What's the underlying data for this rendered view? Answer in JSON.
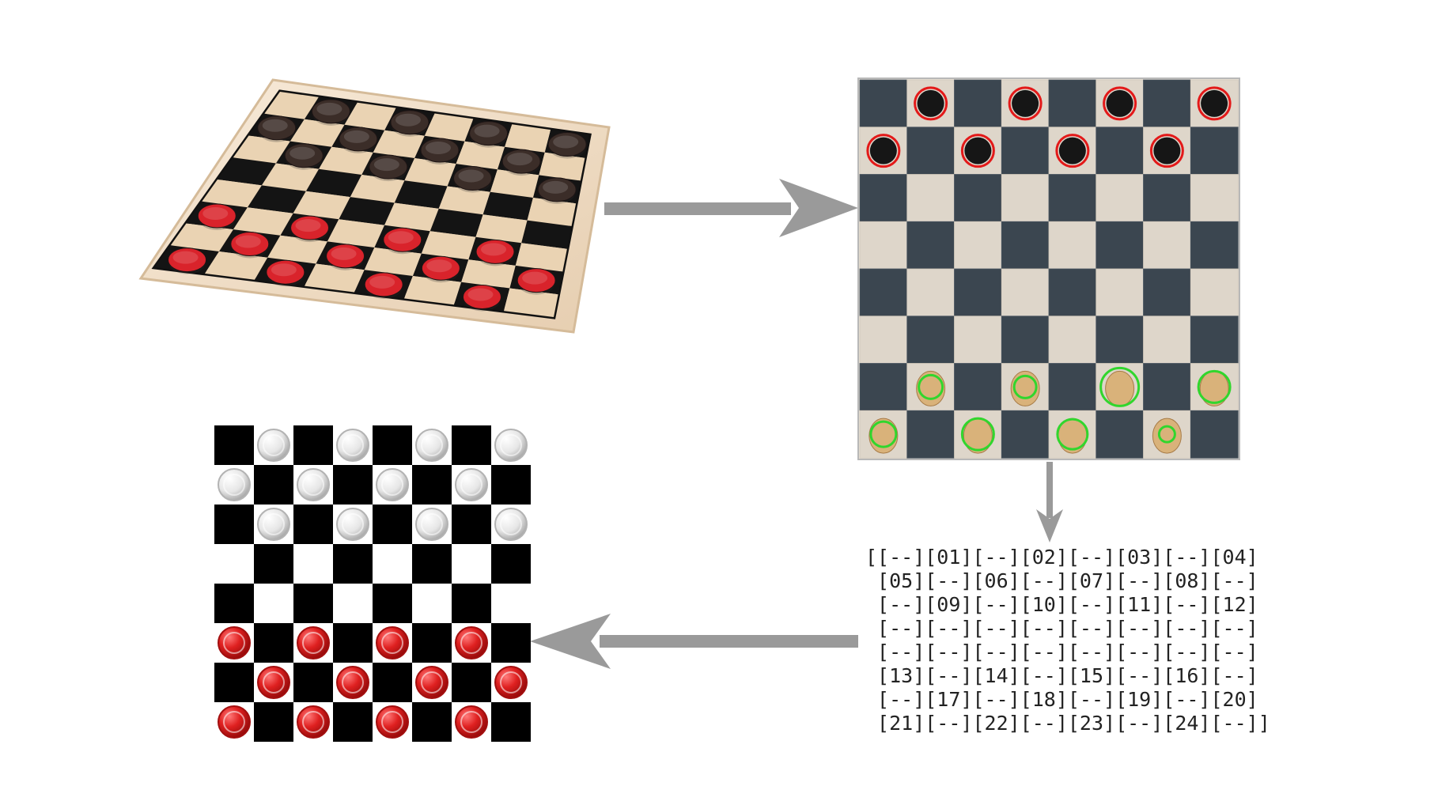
{
  "diagram": {
    "photo_board": {
      "description_icon": "wooden-checkers-board-icon",
      "board_color": "#efd9bd",
      "frame_color": "#f3e3cc",
      "dark_square": "#141414",
      "light_square": "#ead3b3",
      "dark_piece": "#3b2d28",
      "red_piece": "#d9232b"
    },
    "detection_board": {
      "dark_square": "#3b4650",
      "light_square": "#ded6ca",
      "dark_piece": "#161616",
      "light_piece": "#d9b27a",
      "top_outline": "#e31919",
      "bottom_outline": "#31d62d",
      "top_positions": [
        [
          1,
          0
        ],
        [
          3,
          0
        ],
        [
          5,
          0
        ],
        [
          7,
          0
        ],
        [
          0,
          1
        ],
        [
          2,
          1
        ],
        [
          4,
          1
        ],
        [
          6,
          1
        ]
      ],
      "bottom_positions": [
        [
          1,
          6
        ],
        [
          3,
          6
        ],
        [
          5,
          6
        ],
        [
          7,
          6
        ],
        [
          0,
          7
        ],
        [
          2,
          7
        ],
        [
          4,
          7
        ],
        [
          6,
          7
        ]
      ]
    },
    "board_matrix": {
      "lines": [
        "[[--][01][--][02][--][03][--][04]",
        " [05][--][06][--][07][--][08][--]",
        " [--][09][--][10][--][11][--][12]",
        " [--][--][--][--][--][--][--][--]",
        " [--][--][--][--][--][--][--][--]",
        " [13][--][14][--][15][--][16][--]",
        " [--][17][--][18][--][19][--][20]",
        " [21][--][22][--][23][--][24][--]]"
      ]
    },
    "rendered_board": {
      "dark_square": "#000000",
      "light_square": "#ffffff",
      "top_piece_color": "#d8d8d8",
      "bottom_piece_color": "#e71b1b",
      "top_positions": [
        [
          1,
          0
        ],
        [
          3,
          0
        ],
        [
          5,
          0
        ],
        [
          7,
          0
        ],
        [
          0,
          1
        ],
        [
          2,
          1
        ],
        [
          4,
          1
        ],
        [
          6,
          1
        ],
        [
          1,
          2
        ],
        [
          3,
          2
        ],
        [
          5,
          2
        ],
        [
          7,
          2
        ]
      ],
      "bottom_positions": [
        [
          0,
          5
        ],
        [
          2,
          5
        ],
        [
          4,
          5
        ],
        [
          6,
          5
        ],
        [
          1,
          6
        ],
        [
          3,
          6
        ],
        [
          5,
          6
        ],
        [
          7,
          6
        ],
        [
          0,
          7
        ],
        [
          2,
          7
        ],
        [
          4,
          7
        ],
        [
          6,
          7
        ]
      ]
    },
    "arrows": {
      "color": "#9a9a9a"
    }
  }
}
